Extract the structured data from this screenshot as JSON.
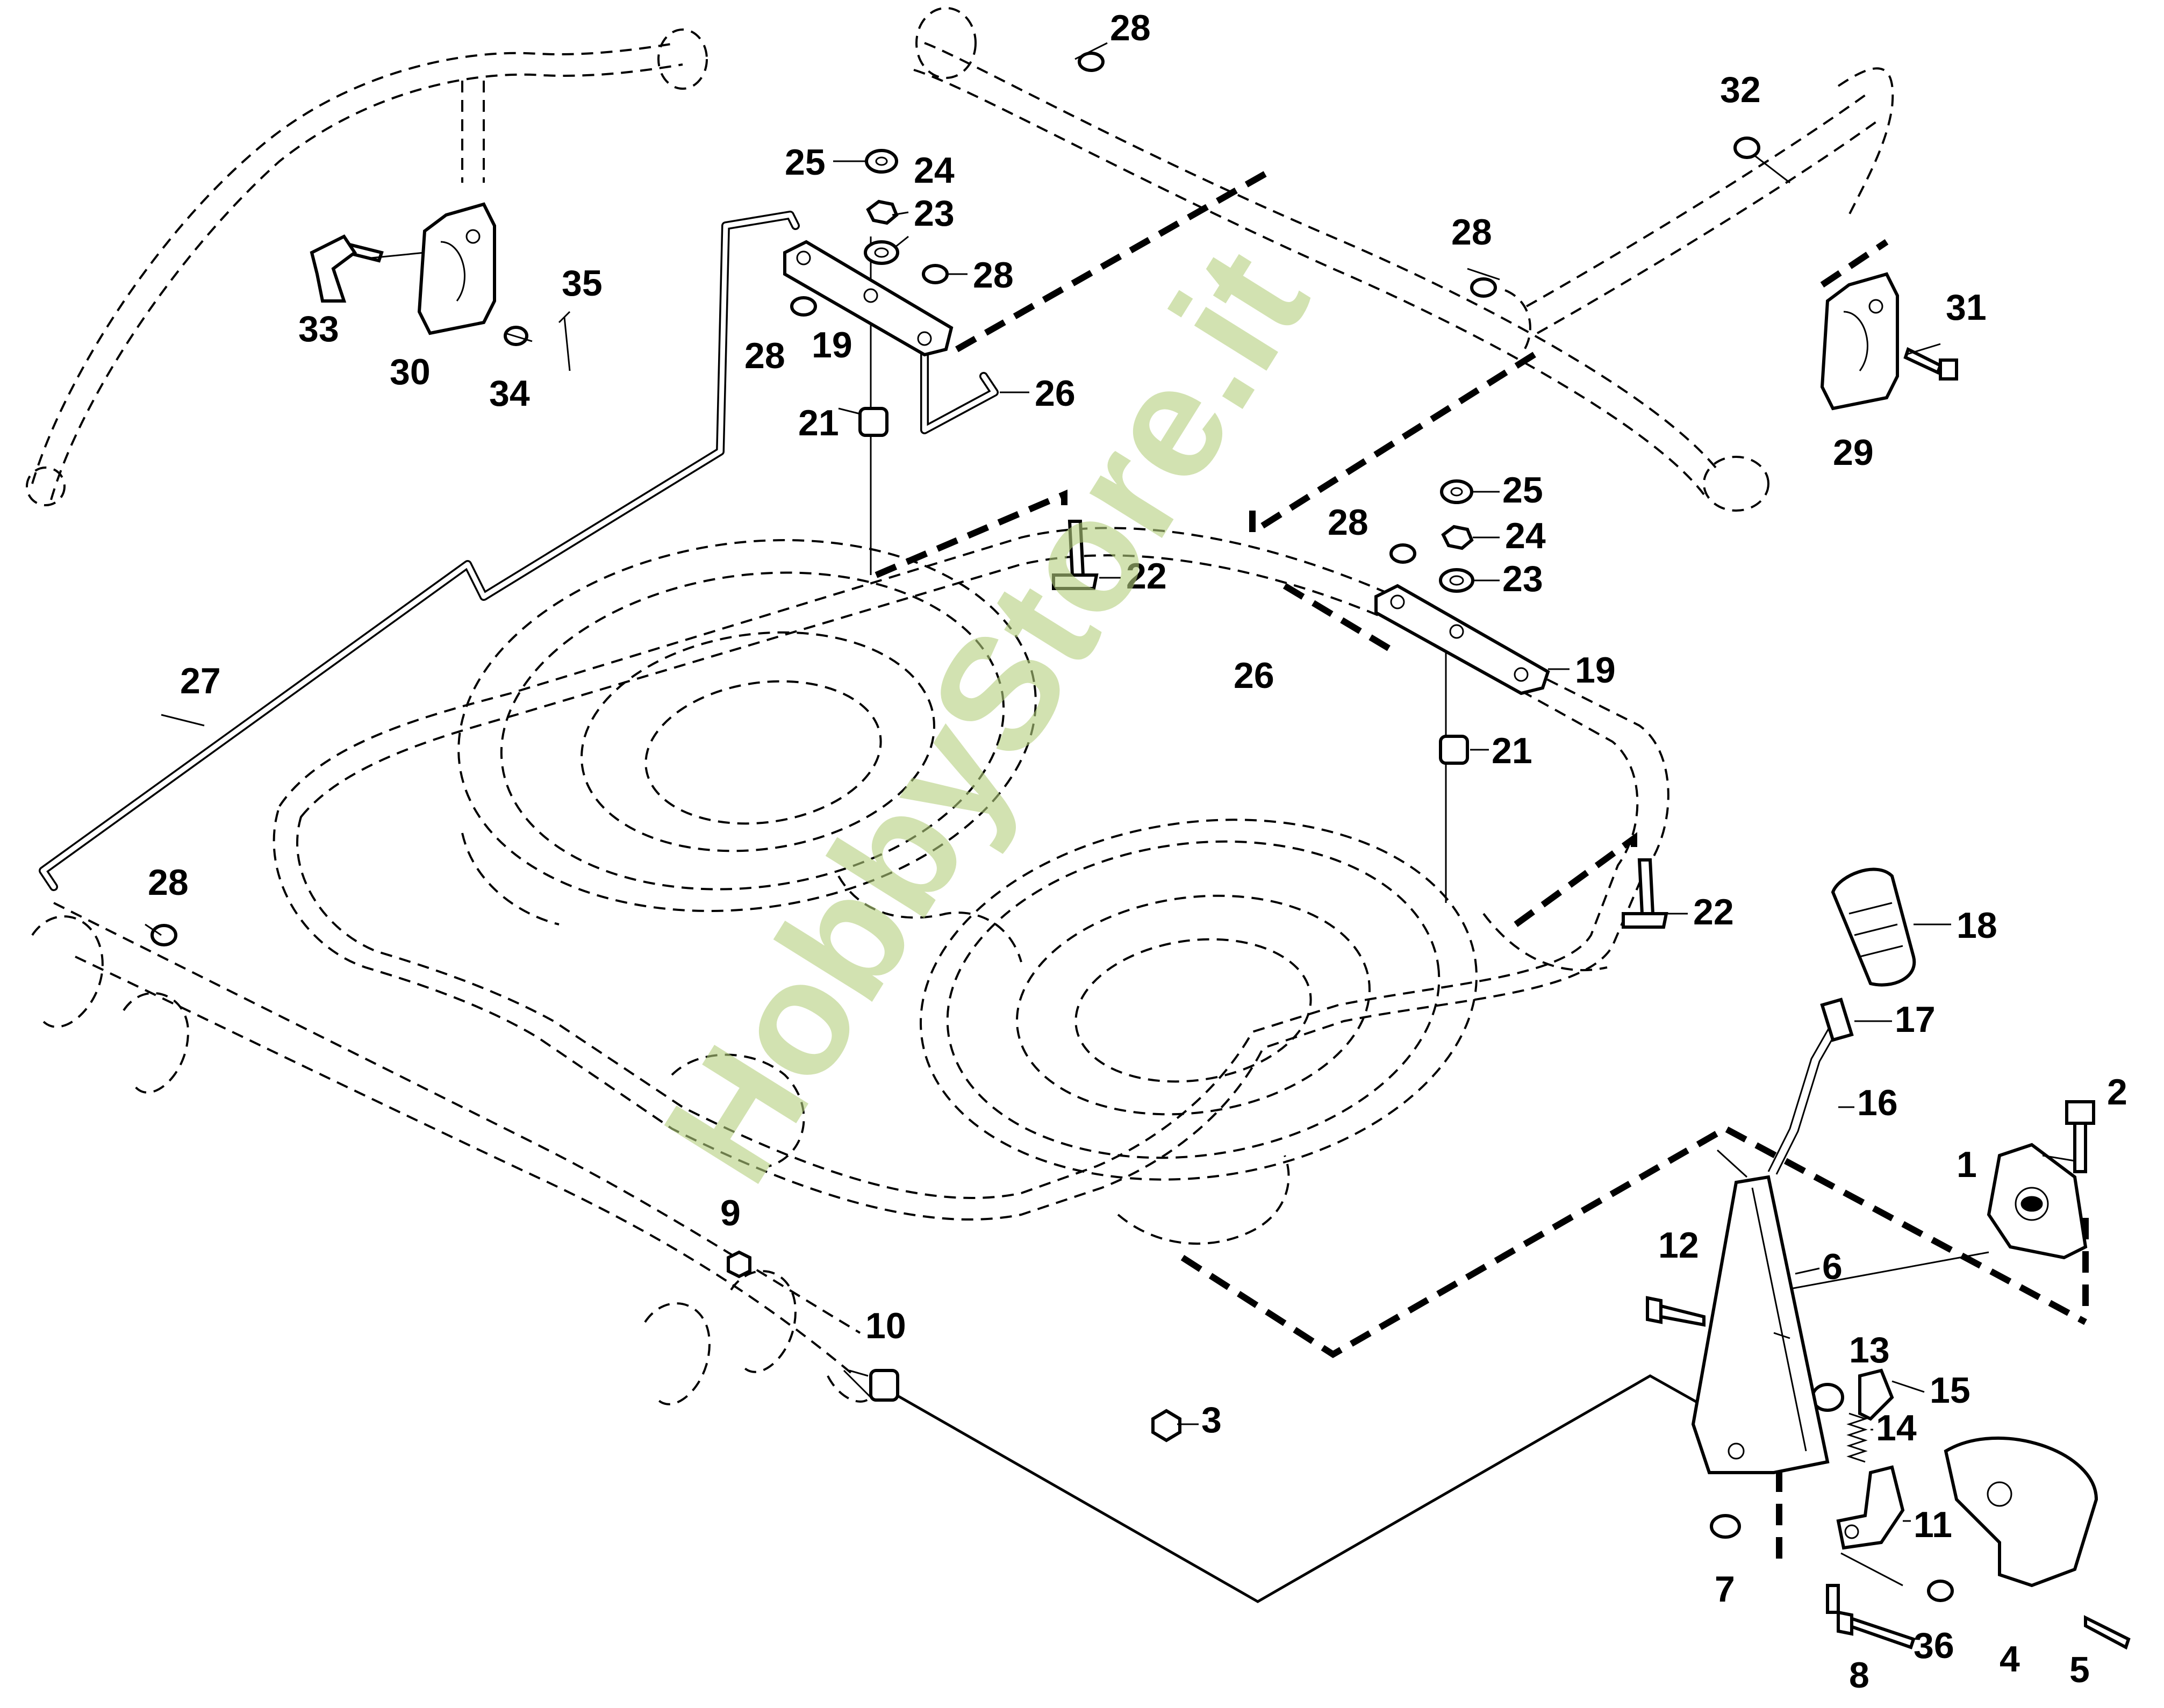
{
  "diagram": {
    "watermark": "HobbyStore.it",
    "watermark_color": "#b5cf7e",
    "callouts": [
      {
        "id": "c1",
        "label": "1"
      },
      {
        "id": "c2",
        "label": "2"
      },
      {
        "id": "c3",
        "label": "3"
      },
      {
        "id": "c4",
        "label": "4"
      },
      {
        "id": "c5",
        "label": "5"
      },
      {
        "id": "c6",
        "label": "6"
      },
      {
        "id": "c7",
        "label": "7"
      },
      {
        "id": "c8",
        "label": "8"
      },
      {
        "id": "c9",
        "label": "9"
      },
      {
        "id": "c10",
        "label": "10"
      },
      {
        "id": "c11",
        "label": "11"
      },
      {
        "id": "c12",
        "label": "12"
      },
      {
        "id": "c13",
        "label": "13"
      },
      {
        "id": "c14",
        "label": "14"
      },
      {
        "id": "c15",
        "label": "15"
      },
      {
        "id": "c16",
        "label": "16"
      },
      {
        "id": "c17",
        "label": "17"
      },
      {
        "id": "c18",
        "label": "18"
      },
      {
        "id": "c19a",
        "label": "19"
      },
      {
        "id": "c19b",
        "label": "19"
      },
      {
        "id": "c21a",
        "label": "21"
      },
      {
        "id": "c21b",
        "label": "21"
      },
      {
        "id": "c22a",
        "label": "22"
      },
      {
        "id": "c22b",
        "label": "22"
      },
      {
        "id": "c23a",
        "label": "23"
      },
      {
        "id": "c23b",
        "label": "23"
      },
      {
        "id": "c24a",
        "label": "24"
      },
      {
        "id": "c24b",
        "label": "24"
      },
      {
        "id": "c25a",
        "label": "25"
      },
      {
        "id": "c25b",
        "label": "25"
      },
      {
        "id": "c26a",
        "label": "26"
      },
      {
        "id": "c26b",
        "label": "26"
      },
      {
        "id": "c27",
        "label": "27"
      },
      {
        "id": "c28a",
        "label": "28"
      },
      {
        "id": "c28b",
        "label": "28"
      },
      {
        "id": "c28c",
        "label": "28"
      },
      {
        "id": "c28d",
        "label": "28"
      },
      {
        "id": "c28e",
        "label": "28"
      },
      {
        "id": "c28f",
        "label": "28"
      },
      {
        "id": "c29",
        "label": "29"
      },
      {
        "id": "c30",
        "label": "30"
      },
      {
        "id": "c31",
        "label": "31"
      },
      {
        "id": "c32",
        "label": "32"
      },
      {
        "id": "c33",
        "label": "33"
      },
      {
        "id": "c34",
        "label": "34"
      },
      {
        "id": "c35",
        "label": "35"
      },
      {
        "id": "c36",
        "label": "36"
      }
    ]
  }
}
